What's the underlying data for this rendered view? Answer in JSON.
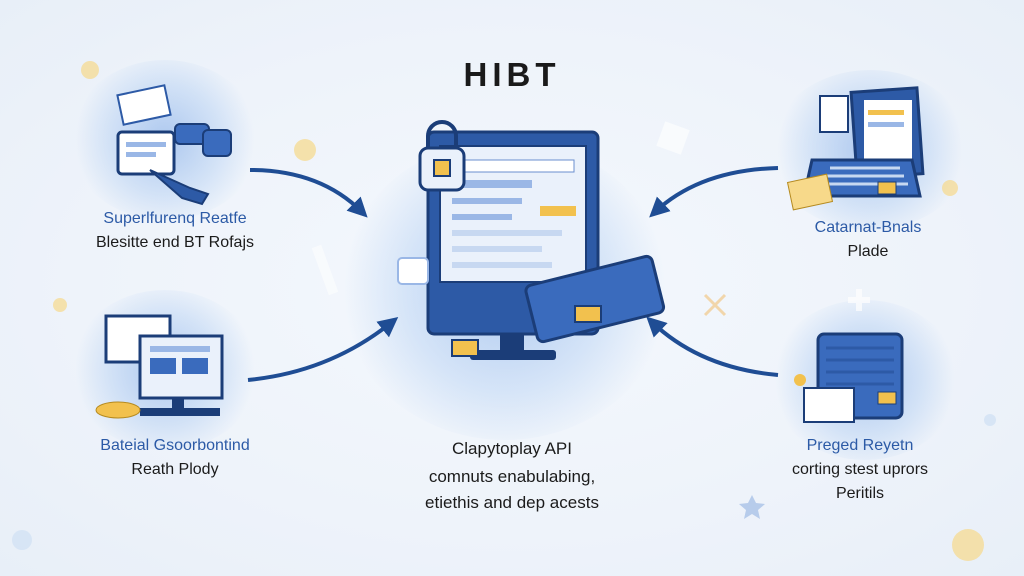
{
  "title": "HIBT",
  "nodes": {
    "top_left": {
      "line1": "Superlfurenq Reatfe",
      "line2": "Blesitte end BT Rofajs"
    },
    "bottom_left": {
      "line1": "Bateial Gsoorbontind",
      "line2": "Reath Plody"
    },
    "top_right": {
      "line1": "Catarnat-Bnals",
      "line2": "Plade"
    },
    "bottom_right": {
      "line1": "Preged Reyetn",
      "line2": "corting stest uprors",
      "line3": "Peritils"
    },
    "center": {
      "line1": "Clapytoplay API",
      "line2": "comnuts enabulabing,",
      "line3": "etiethis and dep acests"
    }
  },
  "colors": {
    "accent": "#2c5aa6",
    "arrow": "#1f4d94",
    "gold": "#f2c14e"
  }
}
